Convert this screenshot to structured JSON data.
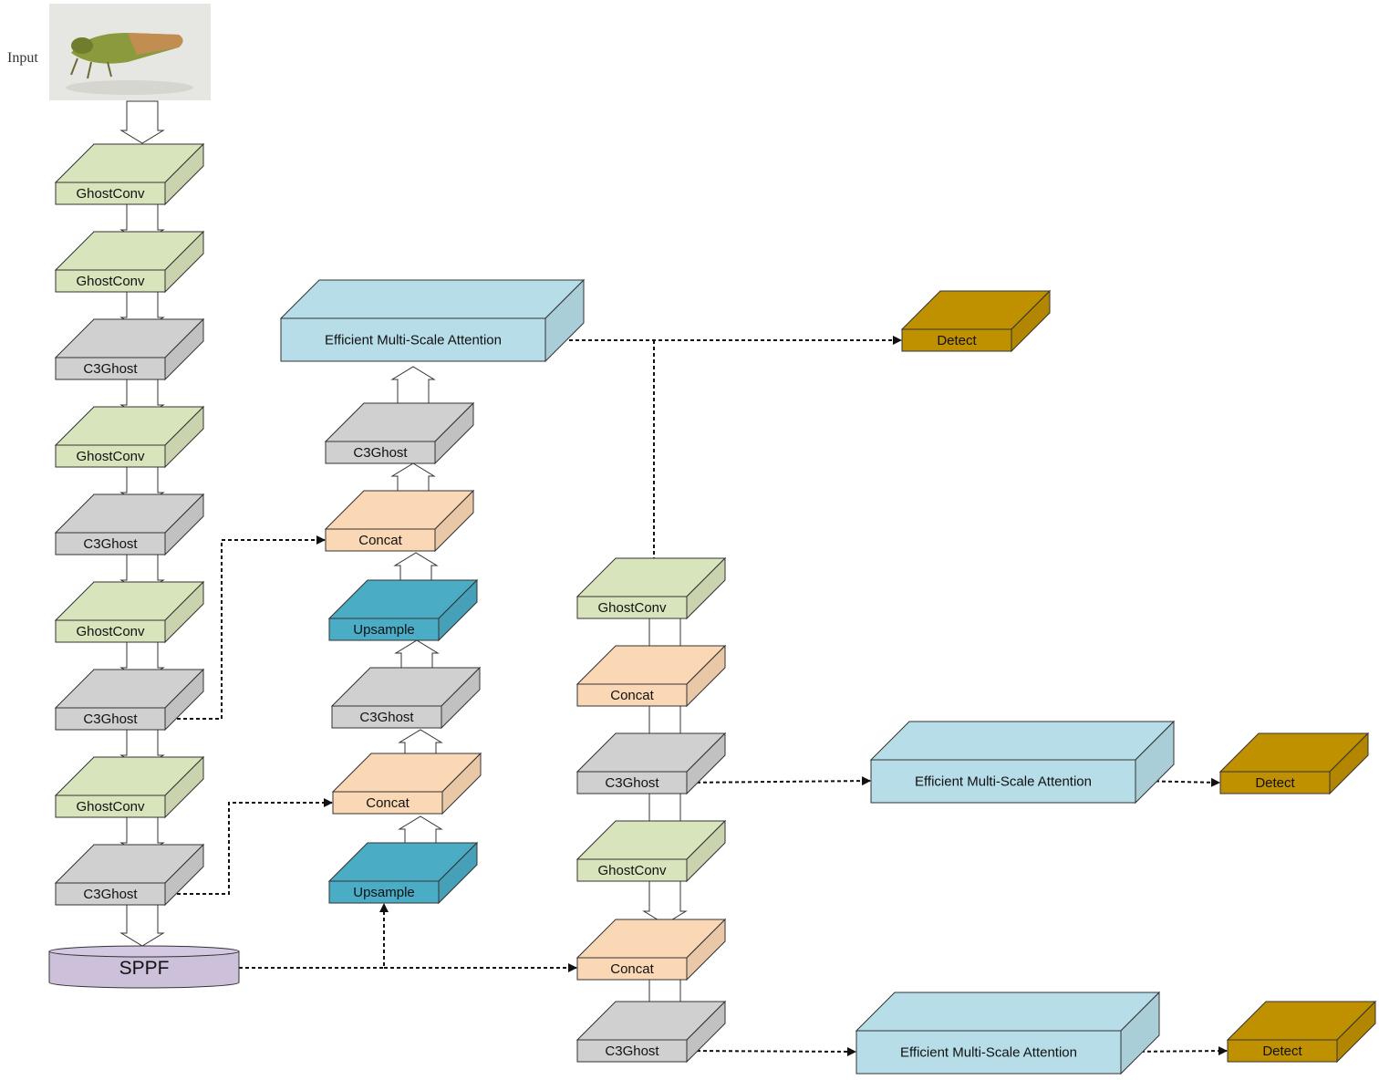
{
  "input": {
    "label": "Input"
  },
  "colors": {
    "GhostConv": "#d8e4bc",
    "C3Ghost": "#d0d0d0",
    "Concat": "#fad7b5",
    "Upsample": "#4bacc6",
    "EMA": "#b7dde8",
    "Detect": "#bf9000",
    "SPPF": "#ccc0da"
  },
  "backbone": [
    {
      "type": "GhostConv",
      "label": "GhostConv"
    },
    {
      "type": "GhostConv",
      "label": "GhostConv"
    },
    {
      "type": "C3Ghost",
      "label": "C3Ghost"
    },
    {
      "type": "GhostConv",
      "label": "GhostConv"
    },
    {
      "type": "C3Ghost",
      "label": "C3Ghost"
    },
    {
      "type": "GhostConv",
      "label": "GhostConv"
    },
    {
      "type": "C3Ghost",
      "label": "C3Ghost"
    },
    {
      "type": "GhostConv",
      "label": "GhostConv"
    },
    {
      "type": "C3Ghost",
      "label": "C3Ghost"
    }
  ],
  "sppf": {
    "label": "SPPF"
  },
  "neck_up": [
    {
      "type": "Upsample",
      "label": "Upsample"
    },
    {
      "type": "Concat",
      "label": "Concat"
    },
    {
      "type": "C3Ghost",
      "label": "C3Ghost"
    },
    {
      "type": "Upsample",
      "label": "Upsample"
    },
    {
      "type": "Concat",
      "label": "Concat"
    },
    {
      "type": "C3Ghost",
      "label": "C3Ghost"
    },
    {
      "type": "EMA",
      "label": "Efficient Multi-Scale Attention"
    }
  ],
  "neck_down": [
    {
      "type": "GhostConv",
      "label": "GhostConv"
    },
    {
      "type": "Concat",
      "label": "Concat"
    },
    {
      "type": "C3Ghost",
      "label": "C3Ghost"
    },
    {
      "type": "GhostConv",
      "label": "GhostConv"
    },
    {
      "type": "Concat",
      "label": "Concat"
    },
    {
      "type": "C3Ghost",
      "label": "C3Ghost"
    }
  ],
  "heads": [
    {
      "ema_label": "Efficient Multi-Scale Attention",
      "detect_label": "Detect"
    },
    {
      "ema_label": "Efficient Multi-Scale Attention",
      "detect_label": "Detect"
    },
    {
      "ema_label": "Efficient Multi-Scale Attention",
      "detect_label": "Detect"
    }
  ]
}
